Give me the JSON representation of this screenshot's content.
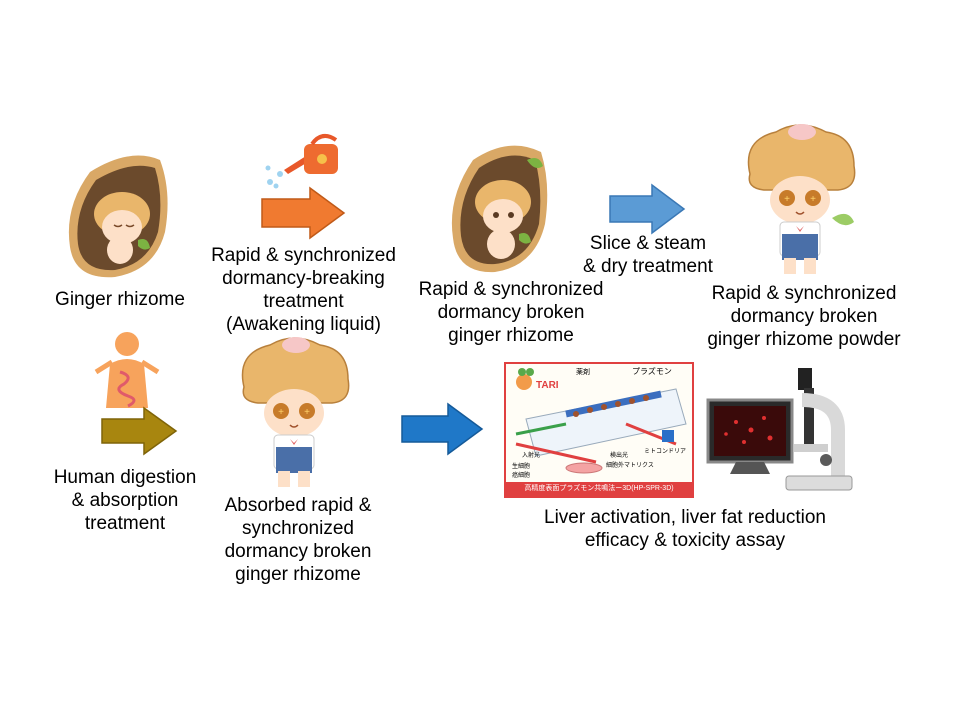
{
  "colors": {
    "arrow_orange": "#f07a30",
    "arrow_lightblue": "#5b9bd5",
    "arrow_olive": "#a8860f",
    "arrow_blue": "#1f78c8",
    "soil": "#6b4a2c",
    "hair": "#e9b66b"
  },
  "steps": {
    "ginger_rhizome": "Ginger rhizome",
    "dormancy_breaking": [
      "Rapid & synchronized",
      "dormancy-breaking",
      "treatment",
      "(Awakening liquid)"
    ],
    "broken_rhizome": [
      "Rapid & synchronized",
      "dormancy broken",
      "ginger rhizome"
    ],
    "slice_steam": [
      "Slice & steam",
      "& dry treatment"
    ],
    "powder": [
      "Rapid & synchronized",
      "dormancy broken",
      "ginger rhizome powder"
    ],
    "digestion": [
      "Human digestion",
      "& absorption",
      "treatment"
    ],
    "absorbed": [
      "Absorbed rapid &",
      "synchronized",
      "dormancy broken",
      "ginger rhizome"
    ],
    "assay": [
      "Liver activation, liver fat reduction",
      "efficacy & toxicity assay"
    ]
  },
  "spr_figure": {
    "logo": "TARI",
    "plasmon_label": "プラズモン",
    "reagent_label": "薬剤",
    "incident_label": "入射光",
    "detect_label": "検出光",
    "living_cell": "生細胞",
    "cancer_cell": "癌細胞",
    "matrix_label": "細胞外マトリクス",
    "mito_label": "ミトコンドリア",
    "caption": "高精度表面プラズモン共鳴法ー3D(HP-SPR-3D)"
  },
  "icons": [
    "ginger-seed-character",
    "watering-can",
    "ginger-sprout-character",
    "ginger-boy-character",
    "ginger-body-icon",
    "microscope"
  ]
}
